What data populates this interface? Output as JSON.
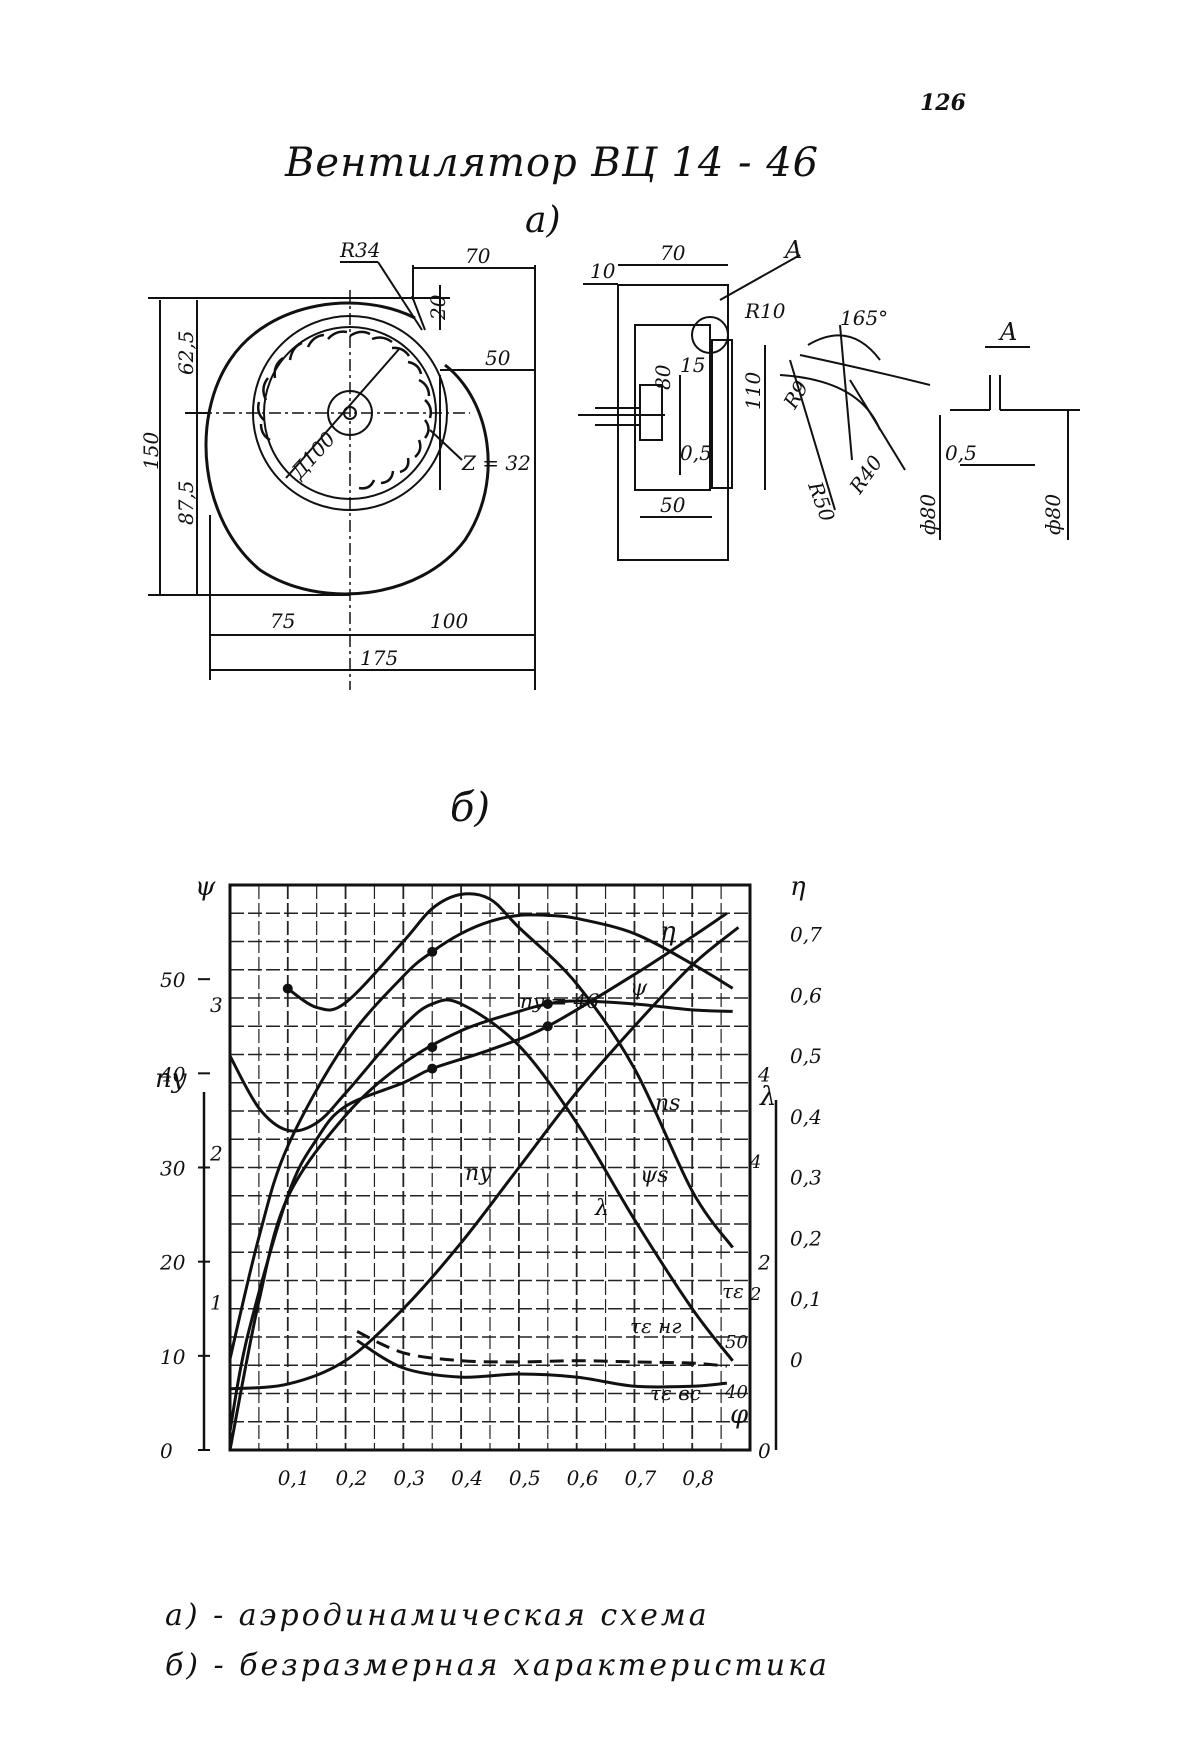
{
  "page": {
    "number": "126",
    "title": "Вентилятор ВЦ 14 - 46",
    "label_a": "а)",
    "label_b": "б)",
    "caption_a": "а) - аэродинамическая схема",
    "caption_b": "б) - безразмерная характеристика"
  },
  "scheme": {
    "front_view": {
      "dims": {
        "r34": "R34",
        "w70": "70",
        "h20": "20",
        "w50": "50",
        "h150": "150",
        "h62_5": "62,5",
        "h87_5": "87,5",
        "d100": "Д100",
        "z32": "Z = 32",
        "w75": "75",
        "w100": "100",
        "w175": "175"
      }
    },
    "side_view": {
      "dims": {
        "w10": "10",
        "w70": "70",
        "section": "A",
        "r10": "R10",
        "h80": "80",
        "w15": "15",
        "h110": "110",
        "w0_5": "0,5",
        "w50": "50"
      }
    },
    "blade_detail": {
      "dims": {
        "angle": "165°",
        "r9": "R9",
        "r50": "R50",
        "r40": "R40"
      }
    },
    "section_a": {
      "dims": {
        "title": "A",
        "w0_5": "0,5",
        "phi80_left": "ф80",
        "phi80_right": "ф80"
      }
    }
  },
  "chart_labels": {
    "psi_axis": "ψ",
    "eta_axis": "η",
    "ny_axis": "ny",
    "lambda_axis": "λ",
    "phi_axis": "φ",
    "eta_curve": "η",
    "psi_curve": "ψ",
    "ny_marker": "ny = 46",
    "ns_curve": "ns",
    "ny_curve": "ny",
    "psi_s_curve": "ψs",
    "lambda_curve": "λ",
    "tau_eps": "τε",
    "tau_eps_hr": "τε нг",
    "tau_eps_vs": "τε вс",
    "tau_scale_50": "50",
    "tau_scale_40": "40",
    "tau_scale_2": "2",
    "tau_scale_4": "4"
  },
  "chart_data": {
    "type": "line",
    "x_label": "φ",
    "x_ticks": [
      "0,1",
      "0,2",
      "0,3",
      "0,4",
      "0,5",
      "0,6",
      "0,7",
      "0,8"
    ],
    "xlim": [
      0,
      0.9
    ],
    "axes": {
      "psi": {
        "label": "ψ",
        "ticks": [
          "1",
          "2",
          "3"
        ],
        "range": [
          0,
          3.8
        ]
      },
      "ny": {
        "label": "ny",
        "ticks": [
          "0",
          "10",
          "20",
          "30",
          "40",
          "50"
        ],
        "range": [
          0,
          60
        ]
      },
      "eta": {
        "label": "η",
        "ticks": [
          "0,7",
          "0,6",
          "0,5",
          "0,4",
          "0,3",
          "0,2",
          "0,1",
          "0"
        ],
        "range": [
          -0.15,
          0.78
        ]
      },
      "lambda": {
        "label": "λ",
        "ticks": [
          "0",
          "2",
          "4"
        ],
        "range": [
          0,
          6
        ]
      }
    },
    "series": [
      {
        "name": "η",
        "axis": "eta",
        "dash": false,
        "points": [
          [
            0.0,
            0.0
          ],
          [
            0.05,
            0.2
          ],
          [
            0.1,
            0.35
          ],
          [
            0.2,
            0.52
          ],
          [
            0.3,
            0.63
          ],
          [
            0.35,
            0.67
          ],
          [
            0.4,
            0.7
          ],
          [
            0.45,
            0.72
          ],
          [
            0.5,
            0.73
          ],
          [
            0.55,
            0.73
          ],
          [
            0.6,
            0.725
          ],
          [
            0.7,
            0.7
          ],
          [
            0.8,
            0.65
          ],
          [
            0.87,
            0.61
          ]
        ]
      },
      {
        "name": "ψ",
        "axis": "psi",
        "dash": false,
        "points": [
          [
            0.0,
            0.0
          ],
          [
            0.05,
            1.0
          ],
          [
            0.1,
            1.7
          ],
          [
            0.2,
            2.25
          ],
          [
            0.3,
            2.6
          ],
          [
            0.4,
            2.82
          ],
          [
            0.5,
            2.95
          ],
          [
            0.55,
            3.0
          ],
          [
            0.6,
            3.02
          ],
          [
            0.7,
            3.0
          ],
          [
            0.8,
            2.96
          ],
          [
            0.87,
            2.95
          ]
        ]
      },
      {
        "name": "ψs",
        "axis": "psi",
        "dash": false,
        "points": [
          [
            0.0,
            2.65
          ],
          [
            0.05,
            2.3
          ],
          [
            0.1,
            2.15
          ],
          [
            0.15,
            2.2
          ],
          [
            0.2,
            2.4
          ],
          [
            0.3,
            2.85
          ],
          [
            0.35,
            3.0
          ],
          [
            0.4,
            3.0
          ],
          [
            0.5,
            2.72
          ],
          [
            0.6,
            2.2
          ],
          [
            0.7,
            1.55
          ],
          [
            0.8,
            0.95
          ],
          [
            0.87,
            0.6
          ]
        ]
      },
      {
        "name": "ns",
        "axis": "ny",
        "dash": false,
        "points": [
          [
            0.1,
            49.0
          ],
          [
            0.15,
            47.0
          ],
          [
            0.2,
            47.5
          ],
          [
            0.3,
            54.0
          ],
          [
            0.35,
            57.5
          ],
          [
            0.4,
            59.0
          ],
          [
            0.45,
            58.5
          ],
          [
            0.5,
            55.5
          ],
          [
            0.6,
            49.5
          ],
          [
            0.7,
            40.5
          ],
          [
            0.8,
            27.5
          ],
          [
            0.87,
            21.5
          ]
        ]
      },
      {
        "name": "ny",
        "axis": "ny",
        "dash": false,
        "points": [
          [
            0.0,
            2.0
          ],
          [
            0.03,
            12.0
          ],
          [
            0.1,
            27.0
          ],
          [
            0.15,
            33.0
          ],
          [
            0.2,
            36.5
          ],
          [
            0.3,
            39.0
          ],
          [
            0.35,
            40.5
          ],
          [
            0.45,
            42.5
          ],
          [
            0.55,
            45.0
          ],
          [
            0.7,
            50.5
          ],
          [
            0.8,
            54.5
          ],
          [
            0.86,
            57.0
          ]
        ]
      },
      {
        "name": "λ",
        "axis": "lambda",
        "dash": false,
        "points": [
          [
            0.0,
            0.65
          ],
          [
            0.1,
            0.7
          ],
          [
            0.2,
            0.95
          ],
          [
            0.3,
            1.5
          ],
          [
            0.4,
            2.2
          ],
          [
            0.5,
            3.0
          ],
          [
            0.6,
            3.8
          ],
          [
            0.7,
            4.5
          ],
          [
            0.8,
            5.15
          ],
          [
            0.88,
            5.55
          ]
        ]
      },
      {
        "name": "τε нг",
        "axis": "eta",
        "dash": true,
        "points": [
          [
            0.22,
            0.045
          ],
          [
            0.3,
            0.01
          ],
          [
            0.4,
            -0.003
          ],
          [
            0.5,
            -0.005
          ],
          [
            0.6,
            -0.003
          ],
          [
            0.7,
            -0.005
          ],
          [
            0.8,
            -0.007
          ],
          [
            0.86,
            -0.012
          ]
        ]
      },
      {
        "name": "τε вс",
        "axis": "eta",
        "dash": false,
        "points": [
          [
            0.22,
            0.03
          ],
          [
            0.3,
            -0.015
          ],
          [
            0.4,
            -0.03
          ],
          [
            0.5,
            -0.025
          ],
          [
            0.6,
            -0.03
          ],
          [
            0.7,
            -0.045
          ],
          [
            0.8,
            -0.045
          ],
          [
            0.86,
            -0.04
          ]
        ]
      }
    ],
    "markers": [
      {
        "series": "ny",
        "x": 0.35,
        "label": ""
      },
      {
        "series": "ny",
        "x": 0.55,
        "label": ""
      },
      {
        "series": "ψ",
        "x": 0.55,
        "label": "ny = 46"
      },
      {
        "series": "η",
        "x": 0.35,
        "label": ""
      },
      {
        "series": "ψ",
        "x": 0.35,
        "label": ""
      },
      {
        "series": "ns",
        "x": 0.1,
        "label": ""
      }
    ],
    "grid": true
  }
}
